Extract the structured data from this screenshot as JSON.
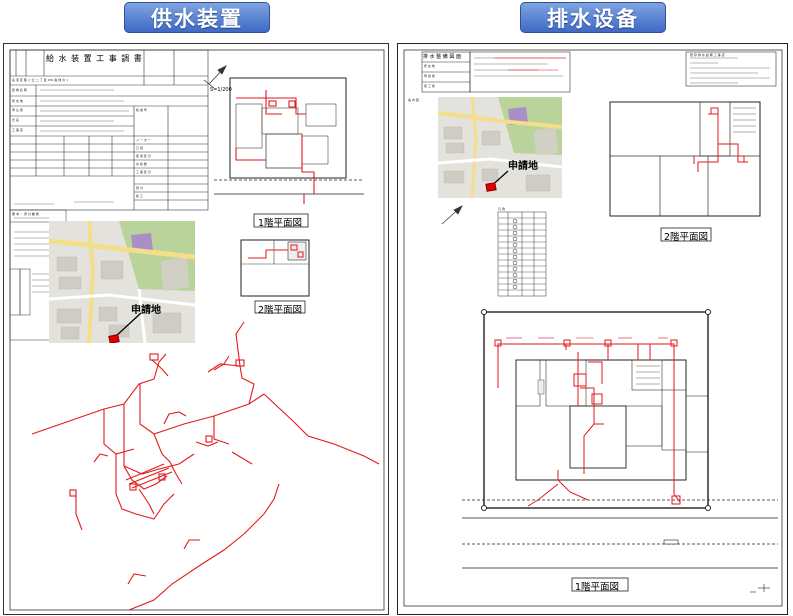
{
  "headers": {
    "left": "供水装置",
    "right": "排水设备"
  },
  "left_sheet": {
    "form_title": "給 水 装 置 工 事 調 書",
    "scale": "S=1/200",
    "site_label": "申請地",
    "floor1": "1階平面図",
    "floor2": "2階平面図"
  },
  "right_sheet": {
    "form_title": "排 水 整 備 図 面",
    "site_label": "申請地",
    "floor1": "1階平面図",
    "floor2": "2階平面図"
  },
  "colors": {
    "pipe": "#e31a1c",
    "ink": "#222222",
    "map_green": "#b9d39a",
    "map_purple": "#a98fc6",
    "map_road": "#f3df8a"
  }
}
